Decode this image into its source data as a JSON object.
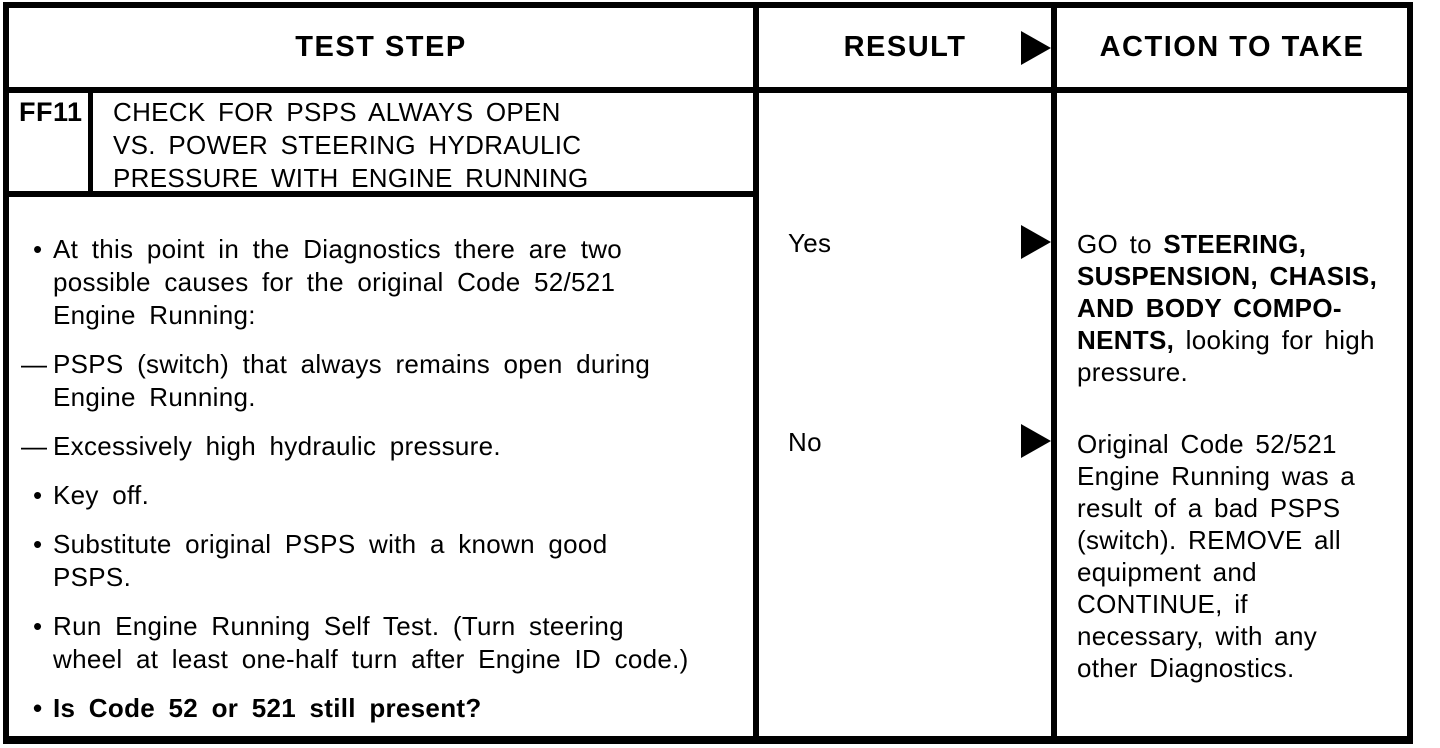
{
  "colors": {
    "ink": "#000000",
    "paper": "#ffffff"
  },
  "table": {
    "headers": {
      "test_step": "TEST STEP",
      "result": "RESULT",
      "action": "ACTION TO TAKE"
    },
    "marker_glyphs": {
      "bullet": "•",
      "dash": "—"
    },
    "step": {
      "id": "FF11",
      "title_lines": [
        "CHECK FOR PSPS ALWAYS OPEN",
        "VS. POWER STEERING HYDRAULIC",
        "PRESSURE WITH ENGINE RUNNING"
      ]
    },
    "instructions": [
      {
        "marker": "bullet",
        "bold": false,
        "lines": [
          "At this point in the Diagnostics there are two",
          "possible causes for the original Code 52/521",
          "Engine Running:"
        ]
      },
      {
        "marker": "dash",
        "bold": false,
        "lines": [
          "PSPS (switch) that always remains open during",
          "Engine Running."
        ]
      },
      {
        "marker": "dash",
        "bold": false,
        "lines": [
          "Excessively high hydraulic pressure."
        ]
      },
      {
        "marker": "bullet",
        "bold": false,
        "lines": [
          "Key off."
        ]
      },
      {
        "marker": "bullet",
        "bold": false,
        "lines": [
          "Substitute original PSPS with a known good",
          "PSPS."
        ]
      },
      {
        "marker": "bullet",
        "bold": false,
        "lines": [
          "Run Engine Running Self Test. (Turn steering",
          "wheel at least one-half turn after Engine ID code.)"
        ]
      },
      {
        "marker": "bullet",
        "bold": true,
        "lines": [
          "Is Code 52 or 521 still present?"
        ]
      }
    ],
    "results": [
      {
        "label": "Yes",
        "action_lines": [
          [
            {
              "t": "GO to ",
              "b": false
            },
            {
              "t": "STEERING,",
              "b": true
            }
          ],
          [
            {
              "t": "SUSPENSION, CHASIS,",
              "b": true
            }
          ],
          [
            {
              "t": "AND BODY COMPO-",
              "b": true
            }
          ],
          [
            {
              "t": "NENTS,",
              "b": true
            },
            {
              "t": " looking for high",
              "b": false
            }
          ],
          [
            {
              "t": "pressure.",
              "b": false
            }
          ]
        ]
      },
      {
        "label": "No",
        "action_lines": [
          [
            {
              "t": "Original Code 52/521",
              "b": false
            }
          ],
          [
            {
              "t": "Engine Running was a",
              "b": false
            }
          ],
          [
            {
              "t": "result of a bad PSPS",
              "b": false
            }
          ],
          [
            {
              "t": "(switch). REMOVE all",
              "b": false
            }
          ],
          [
            {
              "t": "equipment and",
              "b": false
            }
          ],
          [
            {
              "t": "CONTINUE, if",
              "b": false
            }
          ],
          [
            {
              "t": "necessary, with any",
              "b": false
            }
          ],
          [
            {
              "t": "other Diagnostics.",
              "b": false
            }
          ]
        ]
      }
    ]
  }
}
